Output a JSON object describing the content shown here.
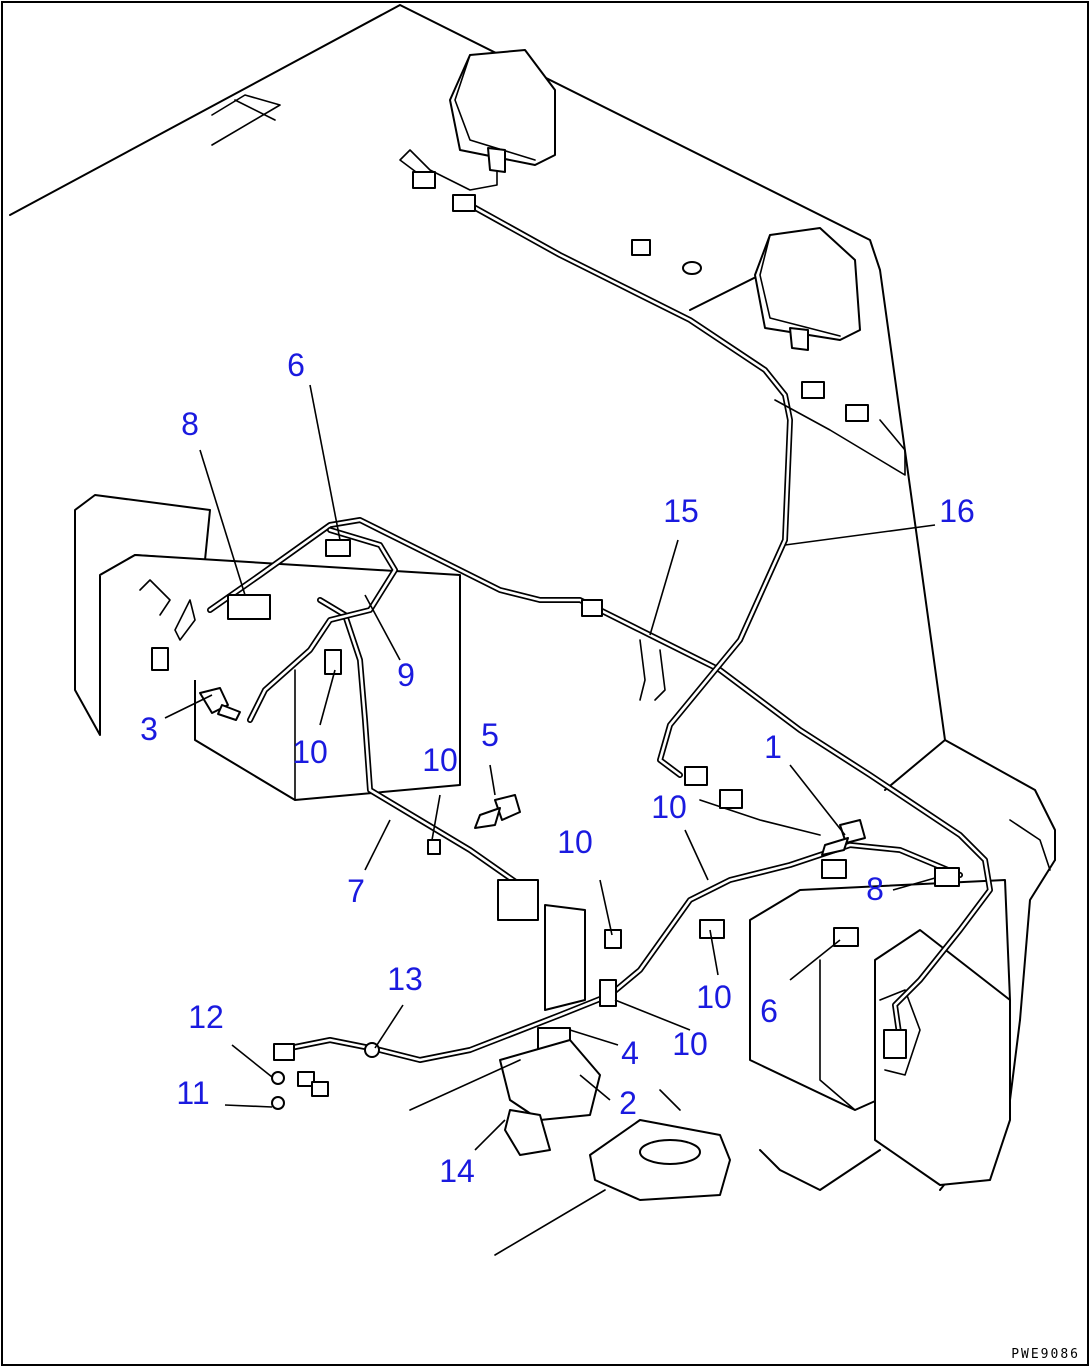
{
  "diagram": {
    "callouts": [
      {
        "label": "1"
      },
      {
        "label": "2"
      },
      {
        "label": "3"
      },
      {
        "label": "4"
      },
      {
        "label": "5"
      },
      {
        "label": "6"
      },
      {
        "label": "6"
      },
      {
        "label": "7"
      },
      {
        "label": "8"
      },
      {
        "label": "8"
      },
      {
        "label": "9"
      },
      {
        "label": "10"
      },
      {
        "label": "10"
      },
      {
        "label": "10"
      },
      {
        "label": "10"
      },
      {
        "label": "10"
      },
      {
        "label": "10"
      },
      {
        "label": "11"
      },
      {
        "label": "12"
      },
      {
        "label": "13"
      },
      {
        "label": "14"
      },
      {
        "label": "15"
      },
      {
        "label": "16"
      }
    ],
    "drawing_number": "PWE9086",
    "callout_color": "#1a1adf"
  }
}
